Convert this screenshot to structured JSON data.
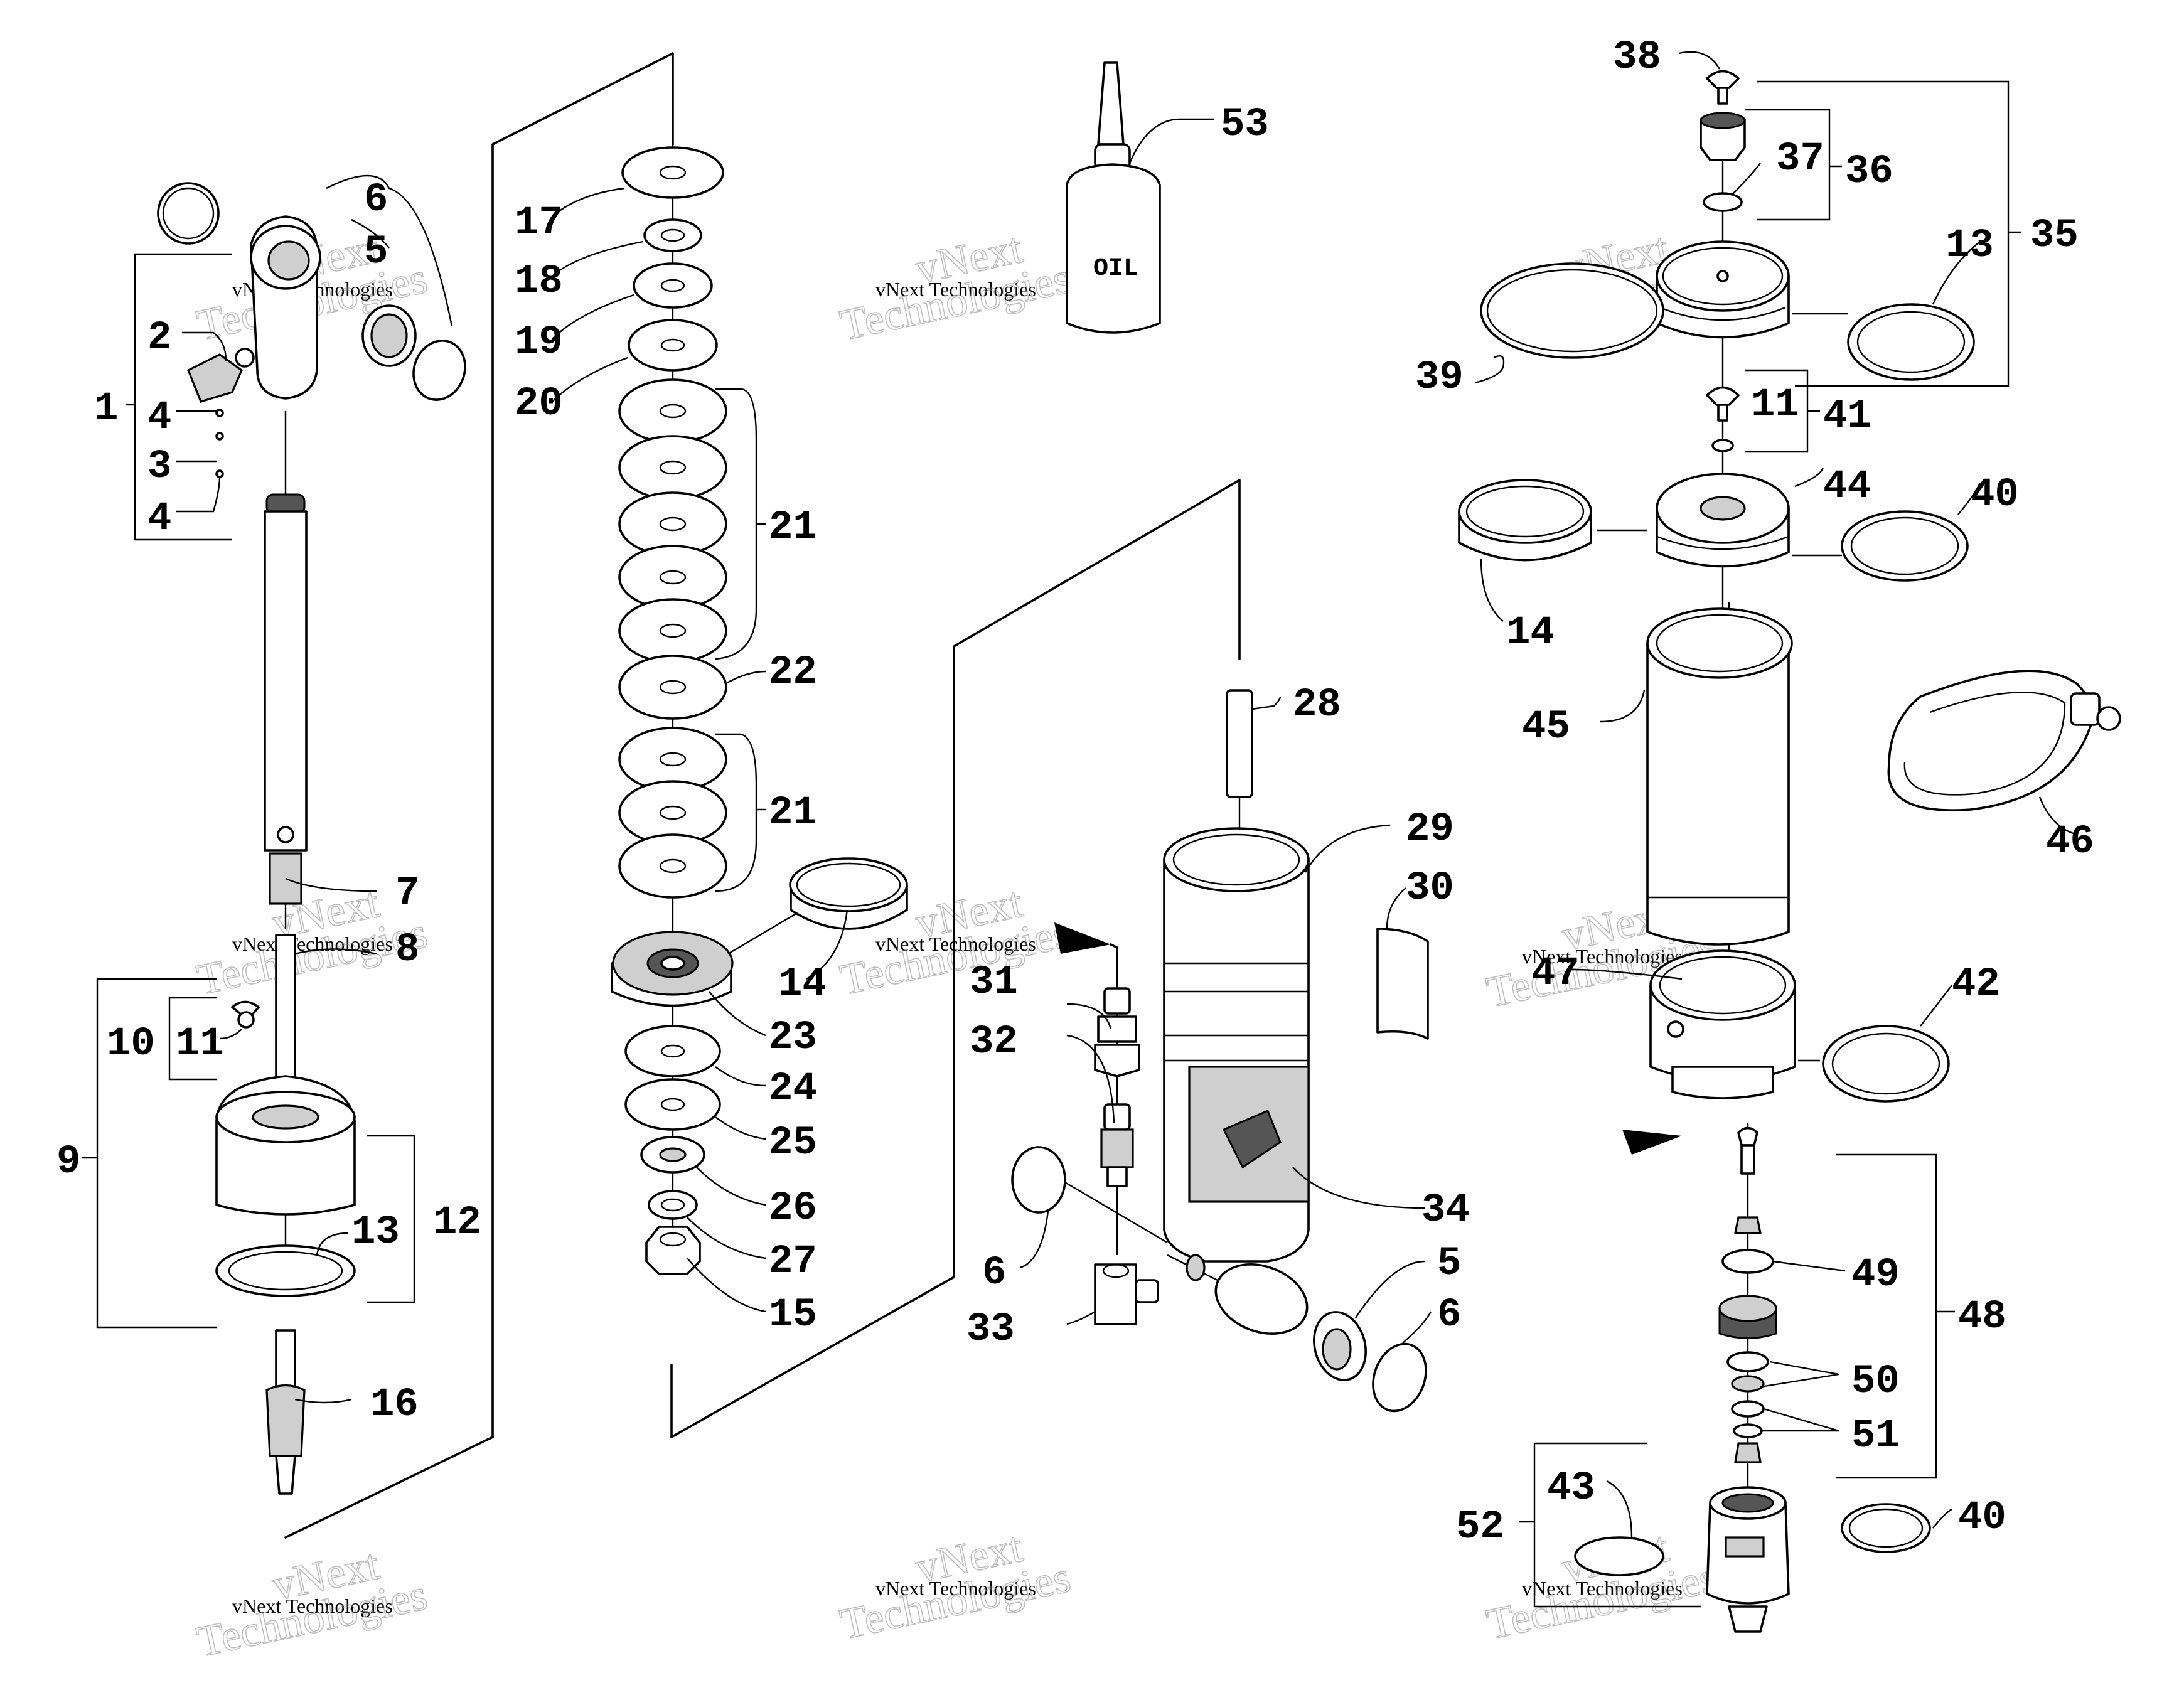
{
  "diagram": {
    "container_label": "OIL",
    "watermark": {
      "small": "vNext Technologies",
      "large_a": "vNext",
      "large_b": "Technologies"
    },
    "callouts": [
      "1",
      "2",
      "3",
      "4",
      "4",
      "5",
      "6",
      "7",
      "8",
      "9",
      "10",
      "11",
      "12",
      "13",
      "16",
      "17",
      "18",
      "19",
      "20",
      "21",
      "22",
      "21",
      "23",
      "24",
      "25",
      "26",
      "27",
      "15",
      "14",
      "53",
      "28",
      "29",
      "30",
      "31",
      "32",
      "33",
      "34",
      "5",
      "6",
      "6",
      "38",
      "37",
      "36",
      "35",
      "13",
      "39",
      "11",
      "41",
      "44",
      "40",
      "14",
      "45",
      "46",
      "47",
      "42",
      "48",
      "49",
      "50",
      "51",
      "52",
      "43",
      "40"
    ]
  }
}
